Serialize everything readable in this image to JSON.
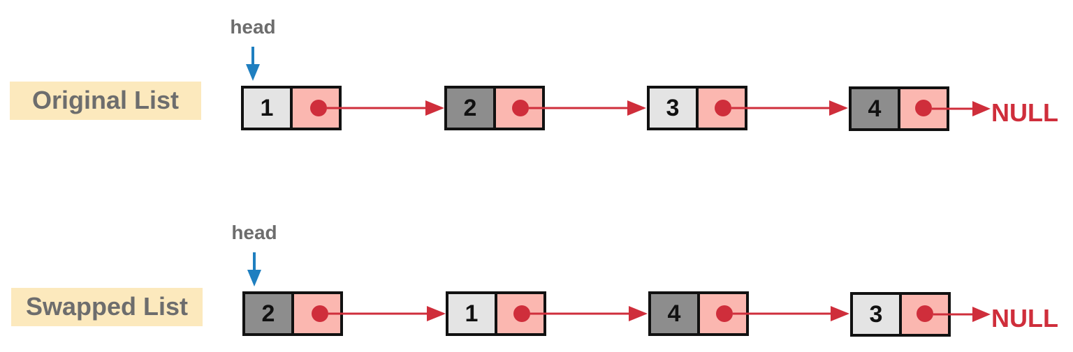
{
  "colors": {
    "label_bg": "#fce9bd",
    "label_text": "#6d6d6d",
    "head_text": "#6d6d6d",
    "head_arrow": "#1f7fc0",
    "node_light": "#e4e4e4",
    "node_dark": "#8d8d8d",
    "pointer_cell": "#fbb7b0",
    "pointer_dot": "#cf2e3b",
    "link_arrow": "#cf2e3b",
    "null_text": "#cf2e3b",
    "border": "#111111"
  },
  "rows": [
    {
      "label": "Original List",
      "head": "head",
      "nodes": [
        {
          "value": "1",
          "shade": "light"
        },
        {
          "value": "2",
          "shade": "dark"
        },
        {
          "value": "3",
          "shade": "light"
        },
        {
          "value": "4",
          "shade": "dark"
        }
      ],
      "terminal": "NULL"
    },
    {
      "label": "Swapped List",
      "head": "head",
      "nodes": [
        {
          "value": "2",
          "shade": "dark"
        },
        {
          "value": "1",
          "shade": "light"
        },
        {
          "value": "4",
          "shade": "dark"
        },
        {
          "value": "3",
          "shade": "light"
        }
      ],
      "terminal": "NULL"
    }
  ]
}
